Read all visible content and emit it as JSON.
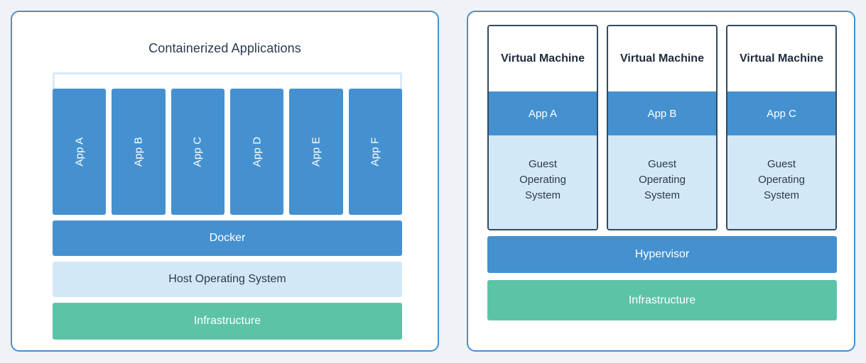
{
  "colors": {
    "page_background": "#f0f2f5",
    "panel_border": "#4591d0",
    "accent_blue": "#4591d0",
    "light_blue": "#d2e8f7",
    "bracket_blue": "#d9eaf8",
    "green": "#5dc3a7",
    "dark_navy": "#2c3a4f",
    "vm_border": "#34495e",
    "white": "#ffffff"
  },
  "containers_panel": {
    "title": "Containerized Applications",
    "bracket": {
      "name": "container-group-bracket"
    },
    "apps": [
      {
        "label": "App A"
      },
      {
        "label": "App B"
      },
      {
        "label": "App C"
      },
      {
        "label": "App D"
      },
      {
        "label": "App E"
      },
      {
        "label": "App F"
      }
    ],
    "layers": [
      {
        "label": "Docker",
        "style": "blue"
      },
      {
        "label": "Host Operating System",
        "style": "light"
      },
      {
        "label": "Infrastructure",
        "style": "green"
      }
    ]
  },
  "vms_panel": {
    "vms": [
      {
        "title": "Virtual Machine",
        "app": "App A",
        "guest_os": "Guest\nOperating\nSystem"
      },
      {
        "title": "Virtual Machine",
        "app": "App B",
        "guest_os": "Guest\nOperating\nSystem"
      },
      {
        "title": "Virtual Machine",
        "app": "App C",
        "guest_os": "Guest\nOperating\nSystem"
      }
    ],
    "layers": [
      {
        "label": "Hypervisor",
        "style": "blue"
      },
      {
        "label": "Infrastructure",
        "style": "green"
      }
    ]
  }
}
